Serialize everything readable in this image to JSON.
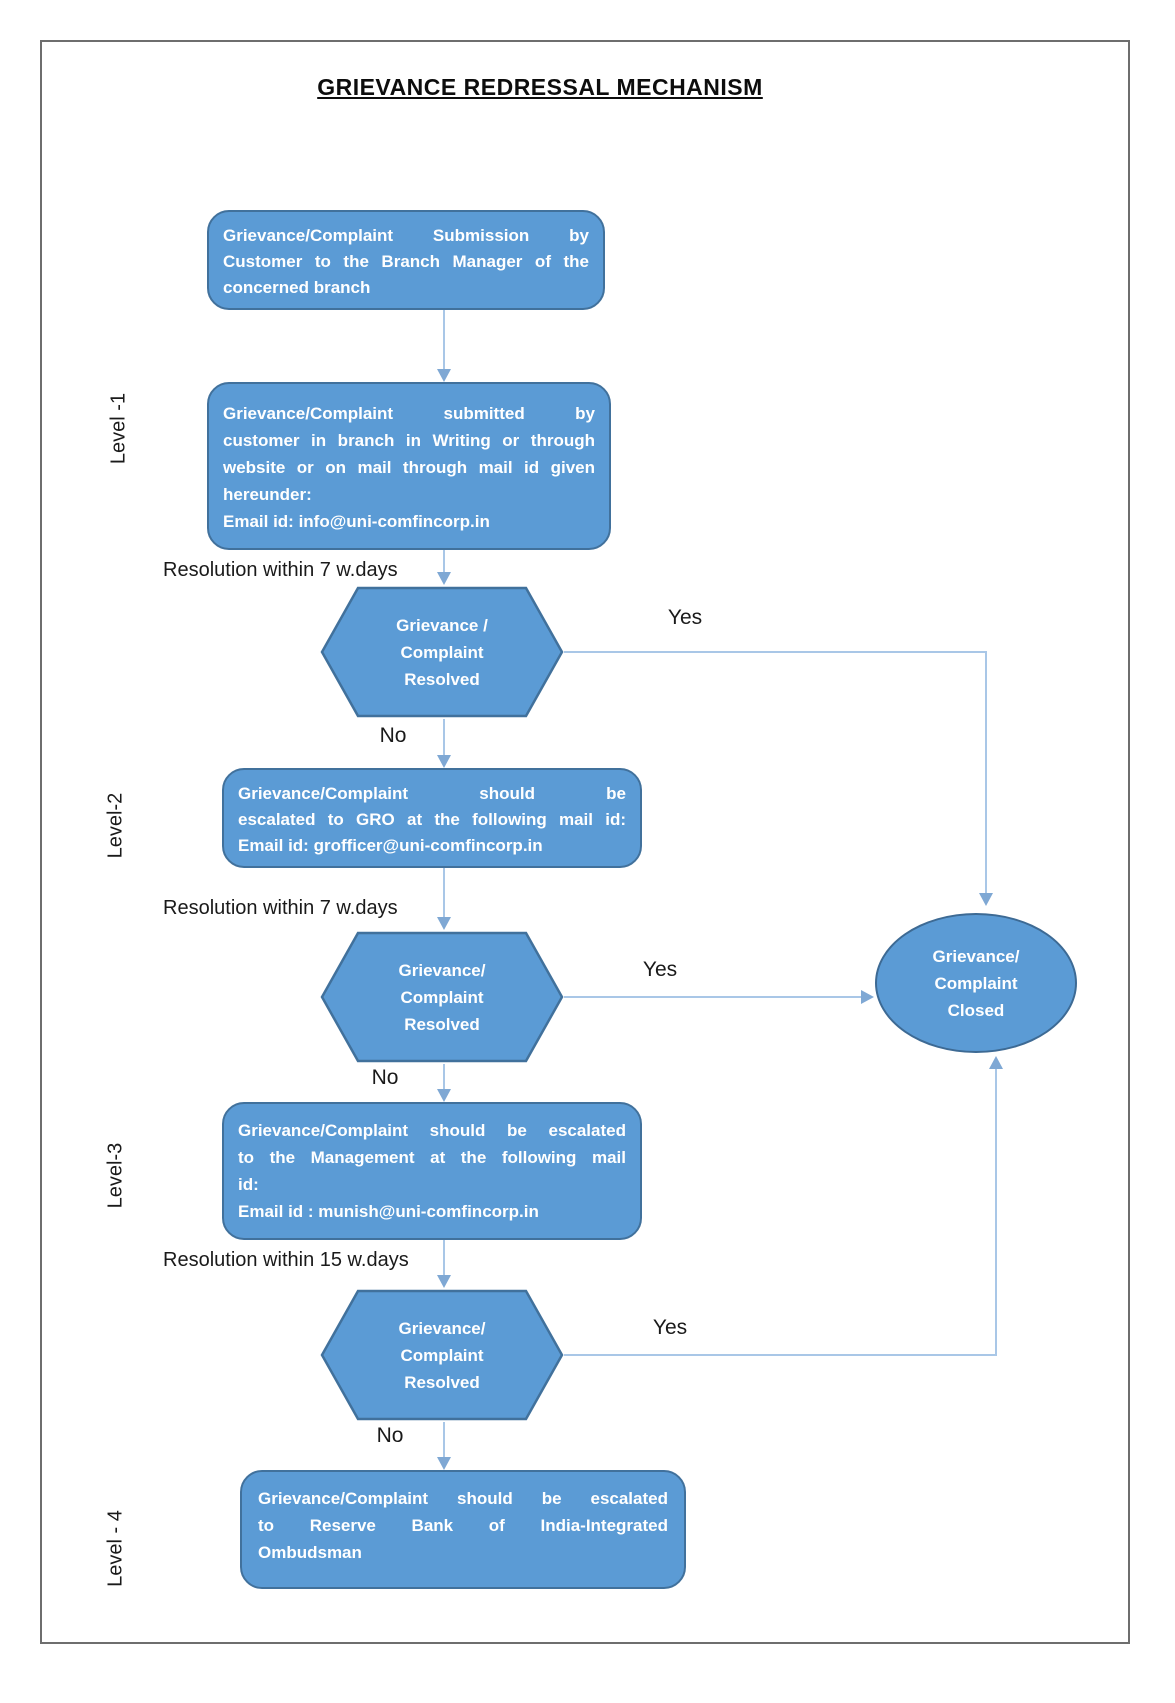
{
  "title": "GRIEVANCE REDRESSAL MECHANISM",
  "colors": {
    "shape_fill": "#5B9BD5",
    "shape_border": "#41719C",
    "connector_line": "#A9C7E7",
    "arrowhead": "#7FA8D4",
    "shape_text": "#FFFFFF",
    "label_text": "#1A1A1A"
  },
  "levels": {
    "l1": "Level -1",
    "l2": "Level-2",
    "l3": "Level-3",
    "l4": "Level - 4"
  },
  "boxes": {
    "submission": {
      "lines": [
        "Grievance/Complaint Submission by",
        "Customer to the Branch Manager of the",
        "concerned branch"
      ]
    },
    "submitted": {
      "lines": [
        "Grievance/Complaint submitted by",
        "customer in branch in Writing or through",
        "website or on mail through mail id given",
        "hereunder:",
        "Email id: info@uni-comfincorp.in"
      ]
    },
    "gro": {
      "lines": [
        "Grievance/Complaint should be",
        "escalated to GRO at the following mail id:",
        "Email id: grofficer@uni-comfincorp.in"
      ]
    },
    "management": {
      "lines": [
        "Grievance/Complaint should be escalated",
        "to the Management at the following mail",
        "id:",
        "Email id : munish@uni-comfincorp.in"
      ]
    },
    "rbi": {
      "lines": [
        "Grievance/Complaint should be escalated",
        "to Reserve Bank of India-Integrated",
        "Ombudsman"
      ]
    }
  },
  "decisions": {
    "d1": "Grievance /\nComplaint\nResolved",
    "d2": "Grievance/\nComplaint\nResolved",
    "d3": "Grievance/\nComplaint\nResolved"
  },
  "terminal": {
    "closed": "Grievance/\nComplaint\nClosed"
  },
  "labels": {
    "res1": "Resolution within 7 w.days",
    "res2": "Resolution within 7 w.days",
    "res3": "Resolution within 15 w.days",
    "yes": "Yes",
    "no": "No"
  }
}
